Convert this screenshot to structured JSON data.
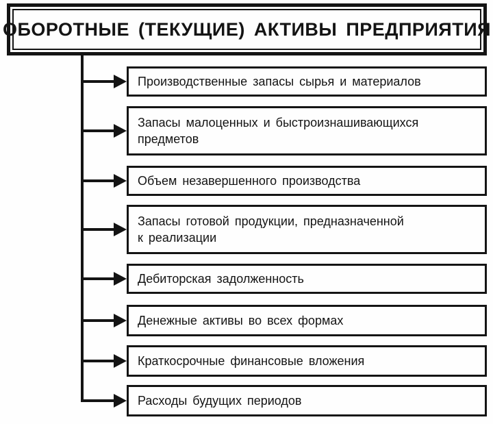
{
  "diagram": {
    "title": "ОБОРОТНЫЕ (ТЕКУЩИЕ) АКТИВЫ ПРЕДПРИЯТИЯ",
    "items": [
      {
        "label": "Производственные запасы сырья и материалов"
      },
      {
        "label": "Запасы малоценных и быстроизнашивающихся\nпредметов"
      },
      {
        "label": "Объем незавершенного производства"
      },
      {
        "label": "Запасы готовой продукции, предназначенной\nк реализации"
      },
      {
        "label": "Дебиторская задолженность"
      },
      {
        "label": "Денежные активы во всех формах"
      },
      {
        "label": "Краткосрочные финансовые вложения"
      },
      {
        "label": "Расходы будущих периодов"
      }
    ],
    "colors": {
      "ink": "#141414",
      "background": "#fefefe"
    }
  }
}
